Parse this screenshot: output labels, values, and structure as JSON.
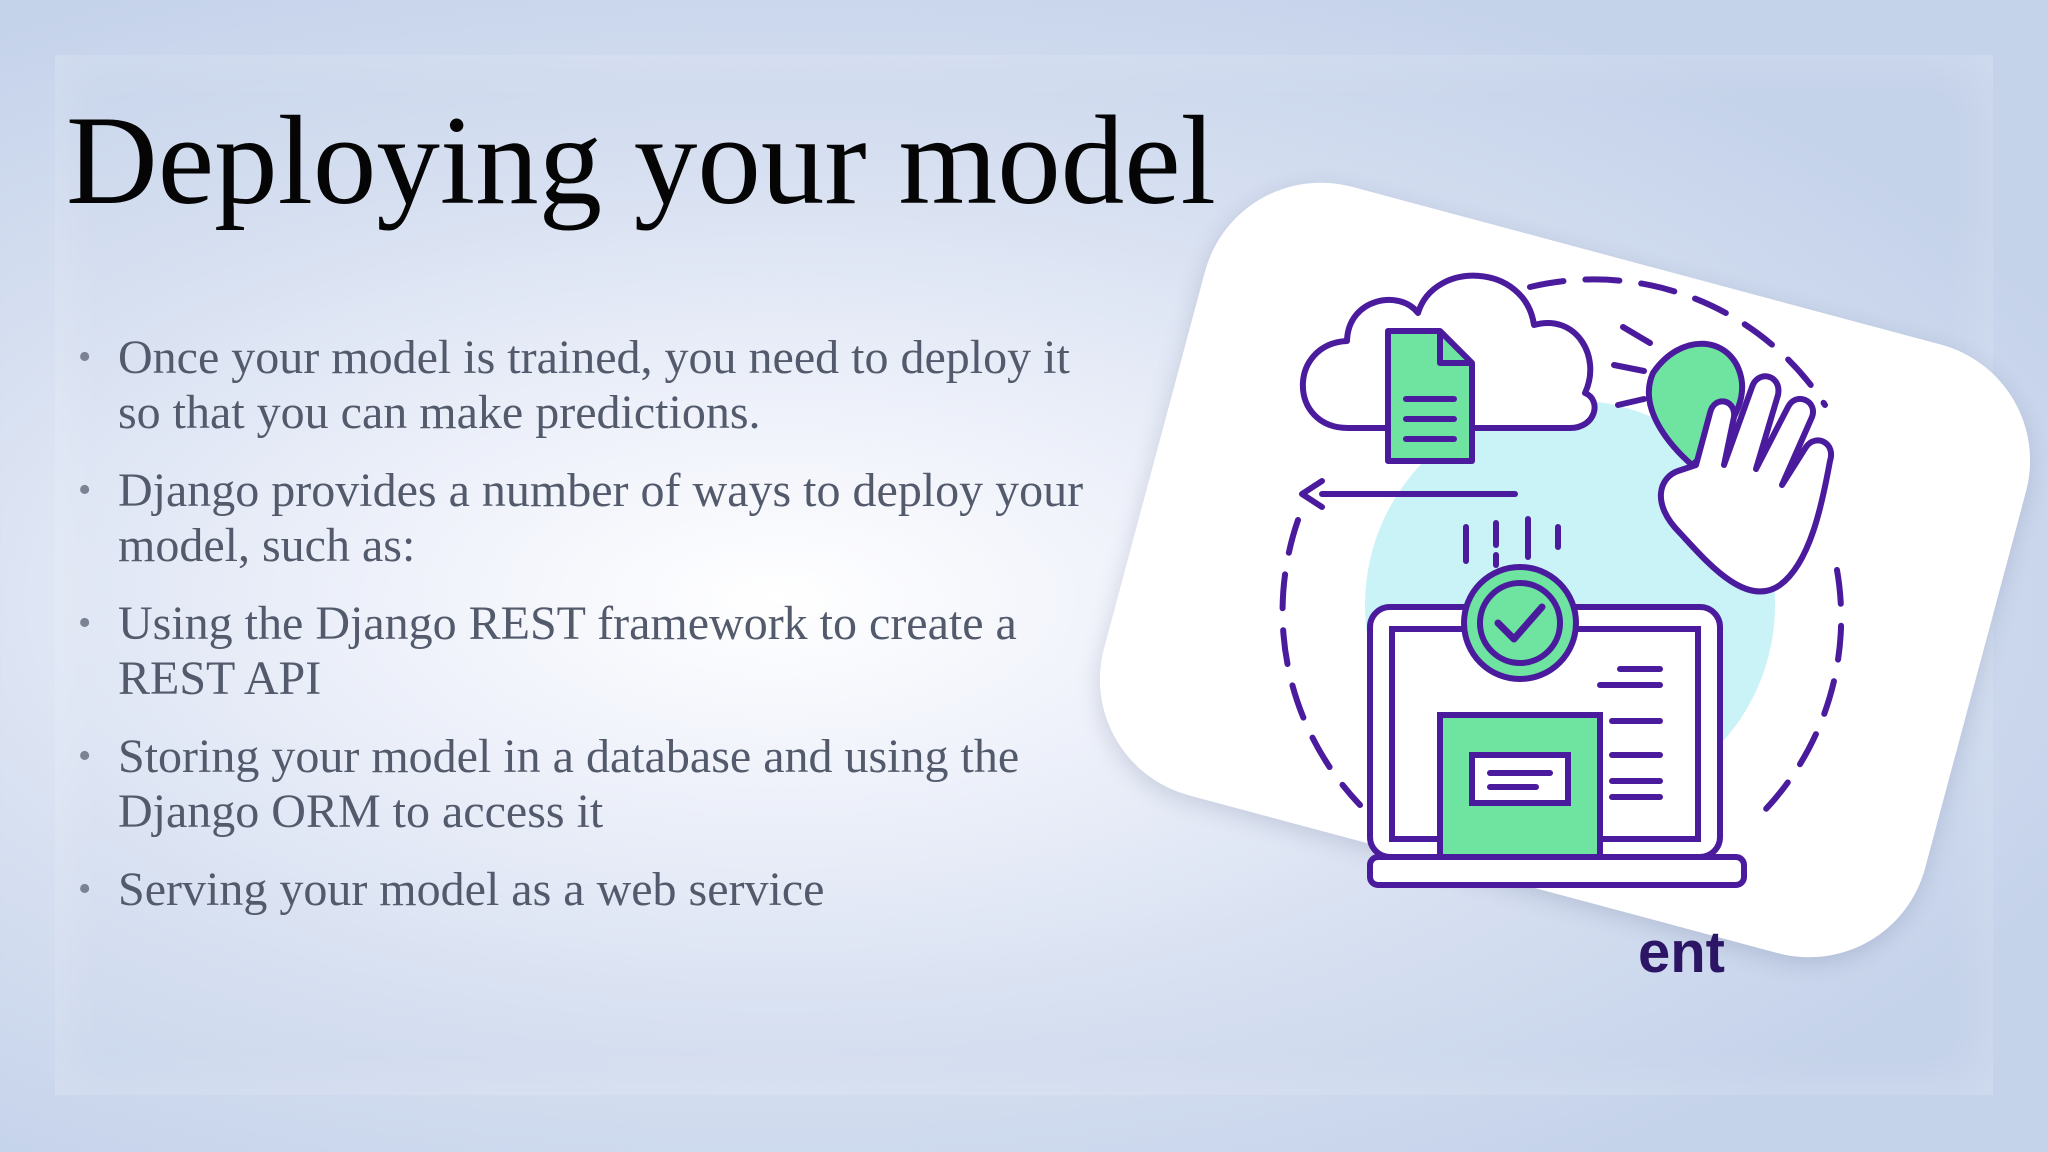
{
  "slide": {
    "title": "Deploying your model",
    "bullets": [
      "Once your model is trained, you need to deploy it so that you can make predictions.",
      "Django provides a number of ways to deploy your model, such as:",
      "Using the Django REST framework to create a REST API",
      "Storing your model in a database and using the Django ORM to access it",
      "Serving your model as a web service"
    ]
  },
  "illustration": {
    "caption_fragment": "ent",
    "icons": [
      "cloud-icon",
      "document-icon",
      "arrow-left-icon",
      "hand-icon",
      "laptop-icon",
      "checkmark-icon"
    ],
    "colors": {
      "outline": "#4b1b9e",
      "fill_green": "#6ee4a0",
      "halo": "#c9f3f6",
      "card": "#ffffff"
    }
  }
}
